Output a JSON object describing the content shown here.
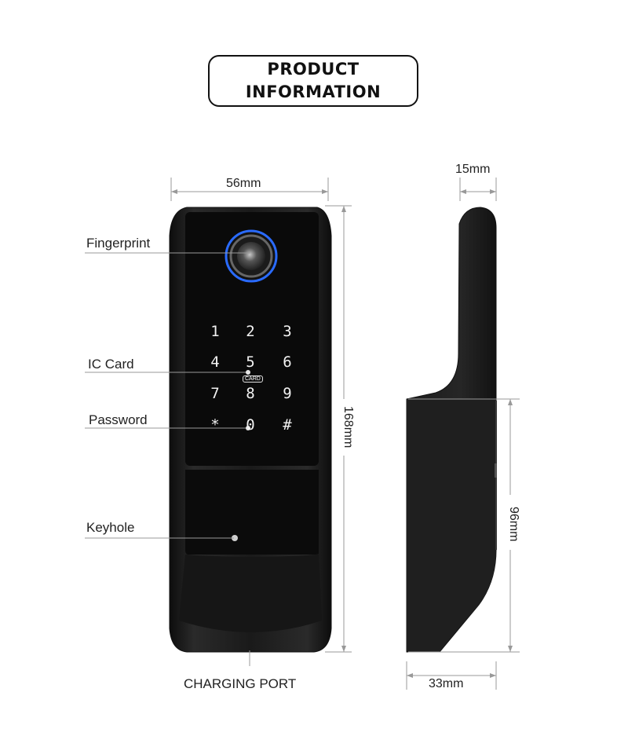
{
  "header": {
    "line1": "PRODUCT",
    "line2": "INFORMATION"
  },
  "callouts": {
    "fingerprint": "Fingerprint",
    "ic_card": "IC Card",
    "password": "Password",
    "keyhole": "Keyhole",
    "charging_port": "CHARGING PORT"
  },
  "dimensions": {
    "front_width": "56mm",
    "front_height": "168mm",
    "side_top_depth": "15mm",
    "side_bottom_depth": "33mm",
    "side_lower_height": "96mm"
  },
  "keypad": {
    "k1": "1",
    "k2": "2",
    "k3": "3",
    "k4": "4",
    "k5": "5",
    "k6": "6",
    "k7": "7",
    "k8": "8",
    "k9": "9",
    "kstar": "*",
    "k0": "0",
    "khash": "#",
    "card_badge": "CARD"
  },
  "colors": {
    "fingerprint_ring": "#2a6bff",
    "body": "#1a1a1a",
    "panel": "#0a0a0a"
  }
}
